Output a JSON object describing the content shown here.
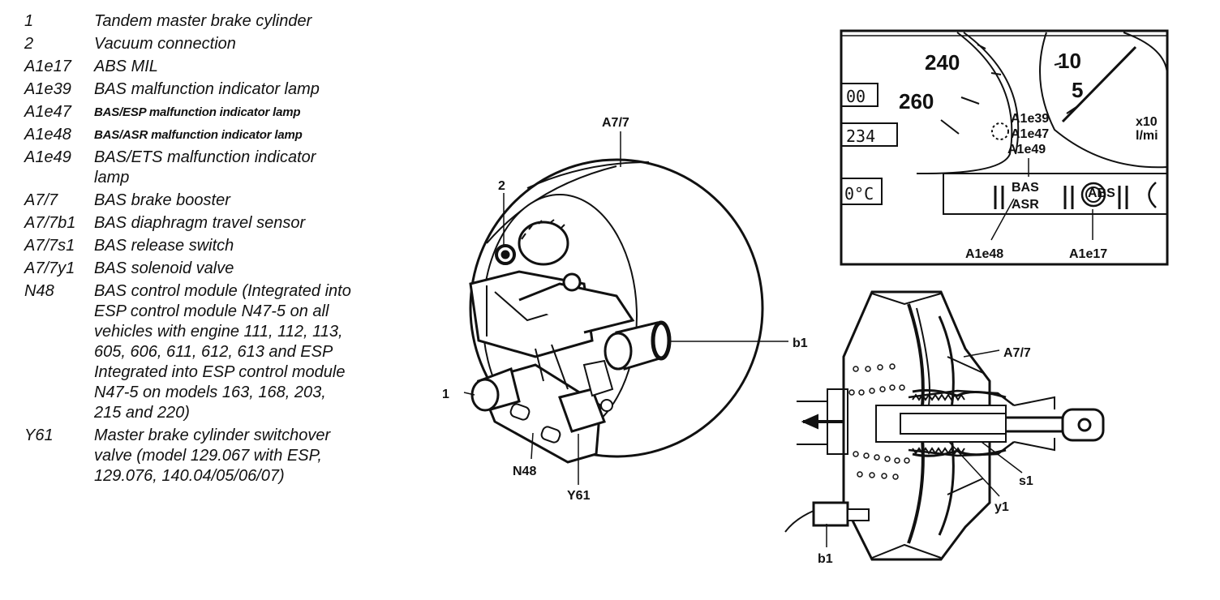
{
  "legend": [
    {
      "code": "1",
      "lines": [
        "Tandem master brake cylinder"
      ],
      "small": false
    },
    {
      "code": "2",
      "lines": [
        "Vacuum connection"
      ],
      "small": false
    },
    {
      "code": "A1e17",
      "lines": [
        "ABS MIL"
      ],
      "small": false
    },
    {
      "code": "A1e39",
      "lines": [
        "BAS malfunction indicator lamp"
      ],
      "small": false
    },
    {
      "code": "A1e47",
      "lines": [
        "BAS/ESP malfunction indicator lamp"
      ],
      "small": true
    },
    {
      "code": "A1e48",
      "lines": [
        "BAS/ASR malfunction indicator lamp"
      ],
      "small": true
    },
    {
      "code": "A1e49",
      "lines": [
        "BAS/ETS malfunction indicator",
        "lamp"
      ],
      "small": false
    },
    {
      "code": "A7/7",
      "lines": [
        "BAS brake booster"
      ],
      "small": false
    },
    {
      "code": "A7/7b1",
      "lines": [
        "BAS diaphragm travel sensor"
      ],
      "small": false
    },
    {
      "code": "A7/7s1",
      "lines": [
        "BAS release switch"
      ],
      "small": false
    },
    {
      "code": "A7/7y1",
      "lines": [
        "BAS solenoid valve"
      ],
      "small": false
    },
    {
      "code": "N48",
      "lines": [
        "BAS control module (Integrated into",
        "ESP control module N47-5 on all",
        "vehicles with engine 111, 112, 113,",
        "605, 606, 611, 612, 613 and ESP",
        "Integrated into ESP control module",
        "N47-5 on models 163, 168, 203,",
        "215 and 220)"
      ],
      "small": false
    },
    {
      "code": "Y61",
      "lines": [
        "Master brake cylinder switchover",
        "valve (model 129.067 with ESP,",
        "129.076, 140.04/05/06/07)"
      ],
      "small": false
    }
  ],
  "booster_labels": {
    "a77": "A7/7",
    "two": "2",
    "b1": "b1",
    "one": "1",
    "n48": "N48",
    "y61": "Y61"
  },
  "cluster": {
    "speed_240": "240",
    "speed_260": "260",
    "rpm_10": "10",
    "rpm_5": "5",
    "lcd_top": "00",
    "lcd_mid": "234",
    "lcd_temp": "0°C",
    "unit_1": "x10",
    "unit_2": "l/mi",
    "lamp_labels": [
      "A1e39",
      "A1e47",
      "A1e49"
    ],
    "bas": "BAS",
    "asr": "ASR",
    "abs_symbol": "ABS",
    "label_a1e48": "A1e48",
    "label_a1e17": "A1e17"
  },
  "section_labels": {
    "a77": "A7/7",
    "b1": "b1",
    "s1": "s1",
    "y1": "y1"
  }
}
